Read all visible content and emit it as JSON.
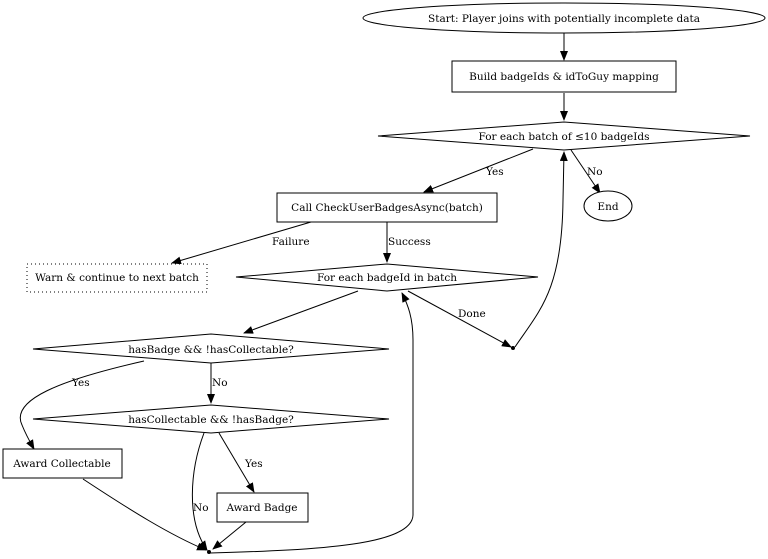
{
  "diagram": {
    "type": "flowchart",
    "nodes": {
      "start": "Start: Player joins with potentially incomplete data",
      "build": "Build badgeIds & idToGuy mapping",
      "batch_loop": "For each batch of ≤10 badgeIds",
      "end": "End",
      "call": "Call CheckUserBadgesAsync(batch)",
      "warn": "Warn & continue to next batch",
      "badge_loop": "For each badgeId in batch",
      "cond1": "hasBadge && !hasCollectable?",
      "cond2": "hasCollectable && !hasBadge?",
      "award_collectable": "Award Collectable",
      "award_badge": "Award Badge"
    },
    "edge_labels": {
      "batch_yes": "Yes",
      "batch_no": "No",
      "call_failure": "Failure",
      "call_success": "Success",
      "badge_done": "Done",
      "cond1_yes": "Yes",
      "cond1_no": "No",
      "cond2_yes": "Yes",
      "cond2_no": "No"
    },
    "edges": [
      {
        "from": "start",
        "to": "build"
      },
      {
        "from": "build",
        "to": "batch_loop"
      },
      {
        "from": "batch_loop",
        "to": "call",
        "label": "Yes"
      },
      {
        "from": "batch_loop",
        "to": "end",
        "label": "No"
      },
      {
        "from": "call",
        "to": "warn",
        "label": "Failure"
      },
      {
        "from": "call",
        "to": "badge_loop",
        "label": "Success"
      },
      {
        "from": "badge_loop",
        "to": "cond1"
      },
      {
        "from": "badge_loop",
        "to": "batch_join",
        "label": "Done"
      },
      {
        "from": "batch_join",
        "to": "batch_loop"
      },
      {
        "from": "cond1",
        "to": "award_collectable",
        "label": "Yes"
      },
      {
        "from": "cond1",
        "to": "cond2",
        "label": "No"
      },
      {
        "from": "cond2",
        "to": "award_badge",
        "label": "Yes"
      },
      {
        "from": "cond2",
        "to": "badge_join",
        "label": "No"
      },
      {
        "from": "award_collectable",
        "to": "badge_join"
      },
      {
        "from": "award_badge",
        "to": "badge_join"
      },
      {
        "from": "badge_join",
        "to": "badge_loop"
      }
    ]
  }
}
